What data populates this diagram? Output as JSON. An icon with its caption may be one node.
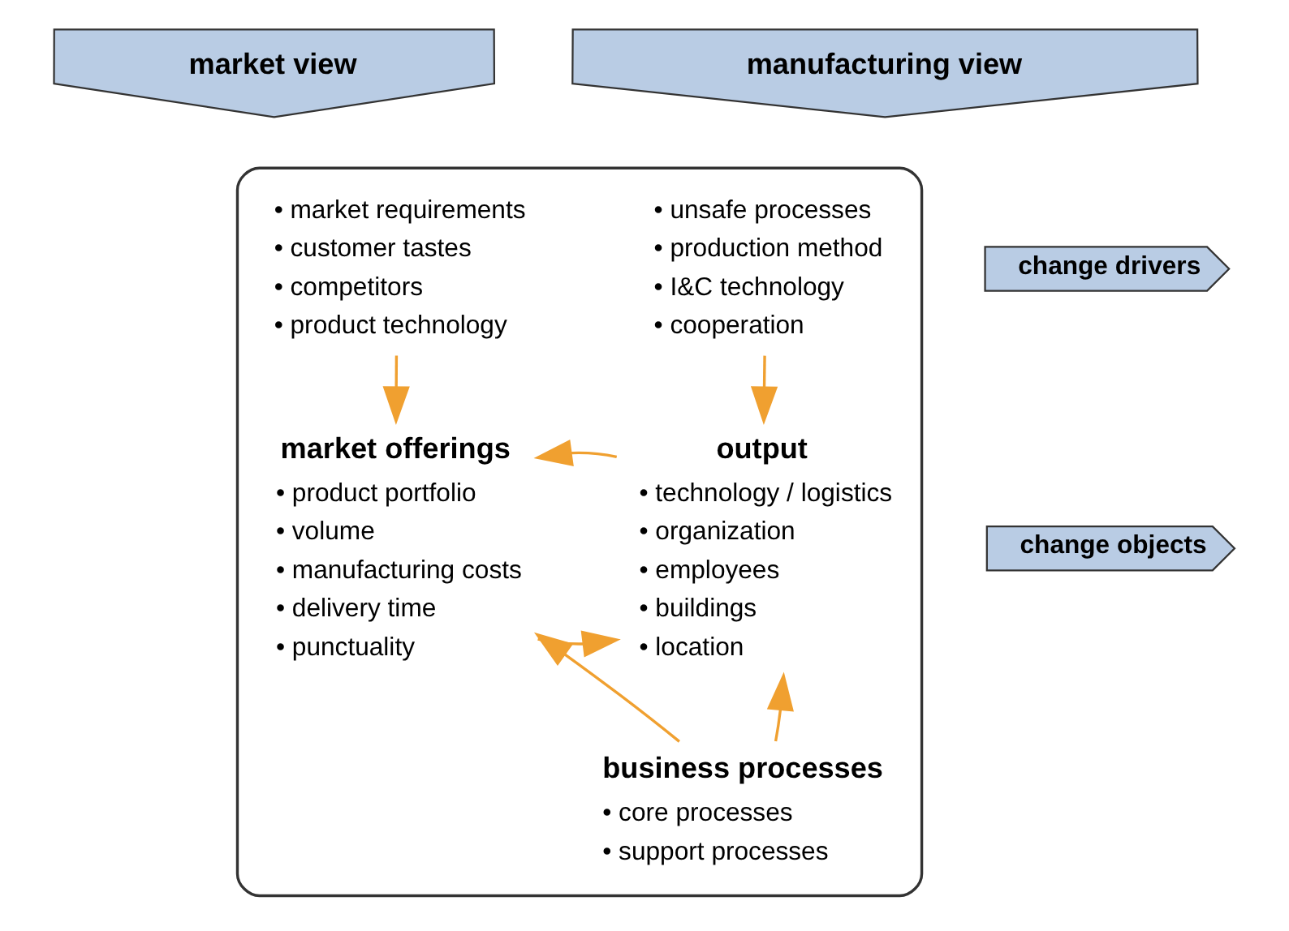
{
  "diagram": {
    "nodes": [
      {
        "text": [],
        "shape": "box"
      },
      {
        "text": [
          "market view"
        ]
      },
      {
        "text": [
          "manufacturing view"
        ]
      },
      {
        "text": [
          "change drivers"
        ]
      },
      {
        "text": [
          "change objects"
        ]
      },
      {
        "text": [
          "• market requirements",
          "• customer tastes",
          "• competitors",
          "• product technology"
        ],
        "in": 0
      },
      {
        "text": [
          "• unsafe processes",
          "• production method",
          "• I&C technology",
          "• cooperation"
        ],
        "in": 0
      },
      {
        "text": [
          "market offerings",
          "• product portfolio",
          "• volume",
          "• manufacturing costs",
          "• delivery time",
          "• punctuality"
        ],
        "in": 0
      },
      {
        "text": [
          "output",
          "• technology / logistics",
          "• organization",
          "• employees",
          "• buildings",
          "• location"
        ],
        "in": 0
      },
      {
        "text": [
          "business processes",
          "• core processes",
          "• support processes"
        ],
        "in": 0
      }
    ],
    "edges": [
      {
        "from": 5,
        "to": 7,
        "arrow": "to"
      },
      {
        "from": 6,
        "to": 8,
        "arrow": "to"
      },
      {
        "from": 7,
        "to": 8,
        "arrow": "to"
      },
      {
        "from": 8,
        "to": 7,
        "arrow": "to"
      },
      {
        "from": 9,
        "to": 7,
        "arrow": "to"
      },
      {
        "from": 9,
        "to": 8,
        "arrow": "to"
      }
    ]
  }
}
